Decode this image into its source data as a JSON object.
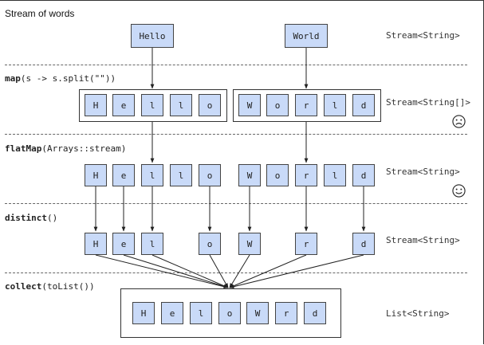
{
  "title": "Stream of words",
  "words": [
    "Hello",
    "World"
  ],
  "stages": [
    {
      "op_name": "map",
      "op_args": "(s -> s.split(\"\"))",
      "type": "Stream<String[]>",
      "face": "sad-face-icon"
    },
    {
      "op_name": "flatMap",
      "op_args": "(Arrays::stream)",
      "type": "Stream<String>",
      "face": "happy-face-icon"
    },
    {
      "op_name": "distinct",
      "op_args": "()",
      "type": "Stream<String>"
    },
    {
      "op_name": "collect",
      "op_args": "(toList())",
      "type": "List<String>"
    }
  ],
  "source_type": "Stream<String>",
  "split_letters": [
    "H",
    "e",
    "l",
    "l",
    "o",
    "W",
    "o",
    "r",
    "l",
    "d"
  ],
  "flat_letters": [
    "H",
    "e",
    "l",
    "l",
    "o",
    "W",
    "o",
    "r",
    "l",
    "d"
  ],
  "distinct_letters": [
    "H",
    "e",
    "l",
    "o",
    "W",
    "r",
    "d"
  ],
  "result_letters": [
    "H",
    "e",
    "l",
    "o",
    "W",
    "r",
    "d"
  ]
}
